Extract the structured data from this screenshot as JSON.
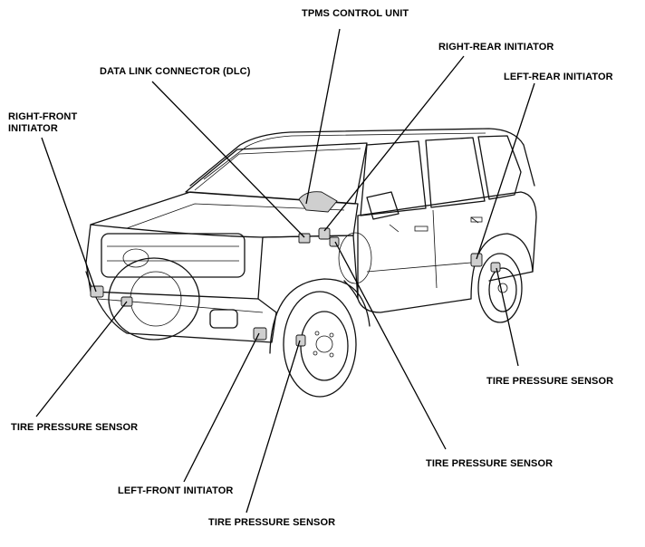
{
  "labels": {
    "tpms_control_unit": "TPMS CONTROL UNIT",
    "right_rear_initiator": "RIGHT-REAR INITIATOR",
    "data_link_connector": "DATA LINK CONNECTOR (DLC)",
    "left_rear_initiator": "LEFT-REAR INITIATOR",
    "right_front_initiator_line1": "RIGHT-FRONT",
    "right_front_initiator_line2": "INITIATOR",
    "tire_pressure_sensor_right_rear": "TIRE PRESSURE SENSOR",
    "tire_pressure_sensor_right_front": "TIRE PRESSURE SENSOR",
    "tire_pressure_sensor_left_rear": "TIRE PRESSURE SENSOR",
    "left_front_initiator": "LEFT-FRONT INITIATOR",
    "tire_pressure_sensor_left_front": "TIRE PRESSURE SENSOR"
  }
}
